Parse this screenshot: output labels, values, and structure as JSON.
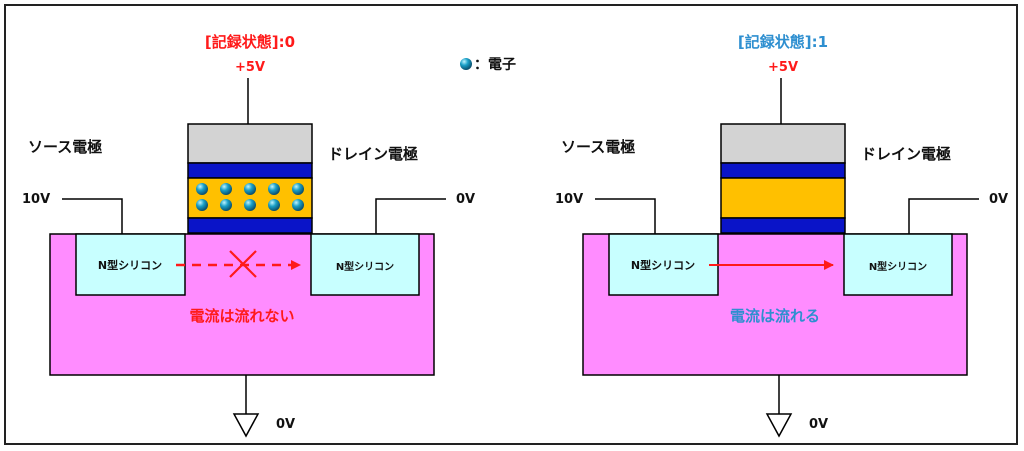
{
  "legend": {
    "symbol": "●",
    "text": "：電子",
    "color": "#1aa0c8"
  },
  "colors": {
    "substrate": "#ff8cff",
    "n_region": "#c8ffff",
    "gate": "#d3d3d3",
    "oxide": "#0a14c8",
    "floating_gate": "#ffc000",
    "state0": "#ff1a1a",
    "state1": "#2e8fd0",
    "electron": "#1aa0c8"
  },
  "panels": [
    {
      "id": "state0",
      "title": "[記録状態]:0",
      "gate_voltage": "+5V",
      "source_label": "ソース電極",
      "drain_label": "ドレイン電極",
      "source_voltage": "10V",
      "drain_voltage": "0V",
      "ground_voltage": "0V",
      "n_source": "N型シリコン",
      "n_drain": "N型シリコン",
      "current_text": "電流は流れない",
      "current_flows": false,
      "electron_count": 10
    },
    {
      "id": "state1",
      "title": "[記録状態]:1",
      "gate_voltage": "+5V",
      "source_label": "ソース電極",
      "drain_label": "ドレイン電極",
      "source_voltage": "10V",
      "drain_voltage": "0V",
      "ground_voltage": "0V",
      "n_source": "N型シリコン",
      "n_drain": "N型シリコン",
      "current_text": "電流は流れる",
      "current_flows": true,
      "electron_count": 0
    }
  ]
}
